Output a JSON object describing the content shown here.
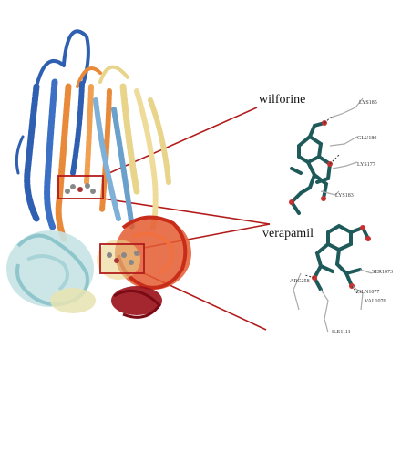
{
  "labels": {
    "ligand_top": "wilforine",
    "ligand_bottom": "verapamil"
  },
  "residues_top": [
    "LYS185",
    "GLU180",
    "LYS177",
    "LYS183"
  ],
  "residues_bottom": [
    "SER1073",
    "ARG258",
    "GLN1077",
    "VAL1076",
    "ILE1111"
  ],
  "colors": {
    "highlight_box": "#b31b1b",
    "helix_blue": "#2f5fb0",
    "helix_orange": "#e88a3a",
    "helix_yellow": "#e8d48a",
    "helix_lightblue": "#7fb0d8",
    "domain_cyan": "#a8d4d8",
    "domain_red": "#d83a22",
    "domain_darkred": "#9a0f1a",
    "ligand_teal": "#1f5a5a"
  }
}
